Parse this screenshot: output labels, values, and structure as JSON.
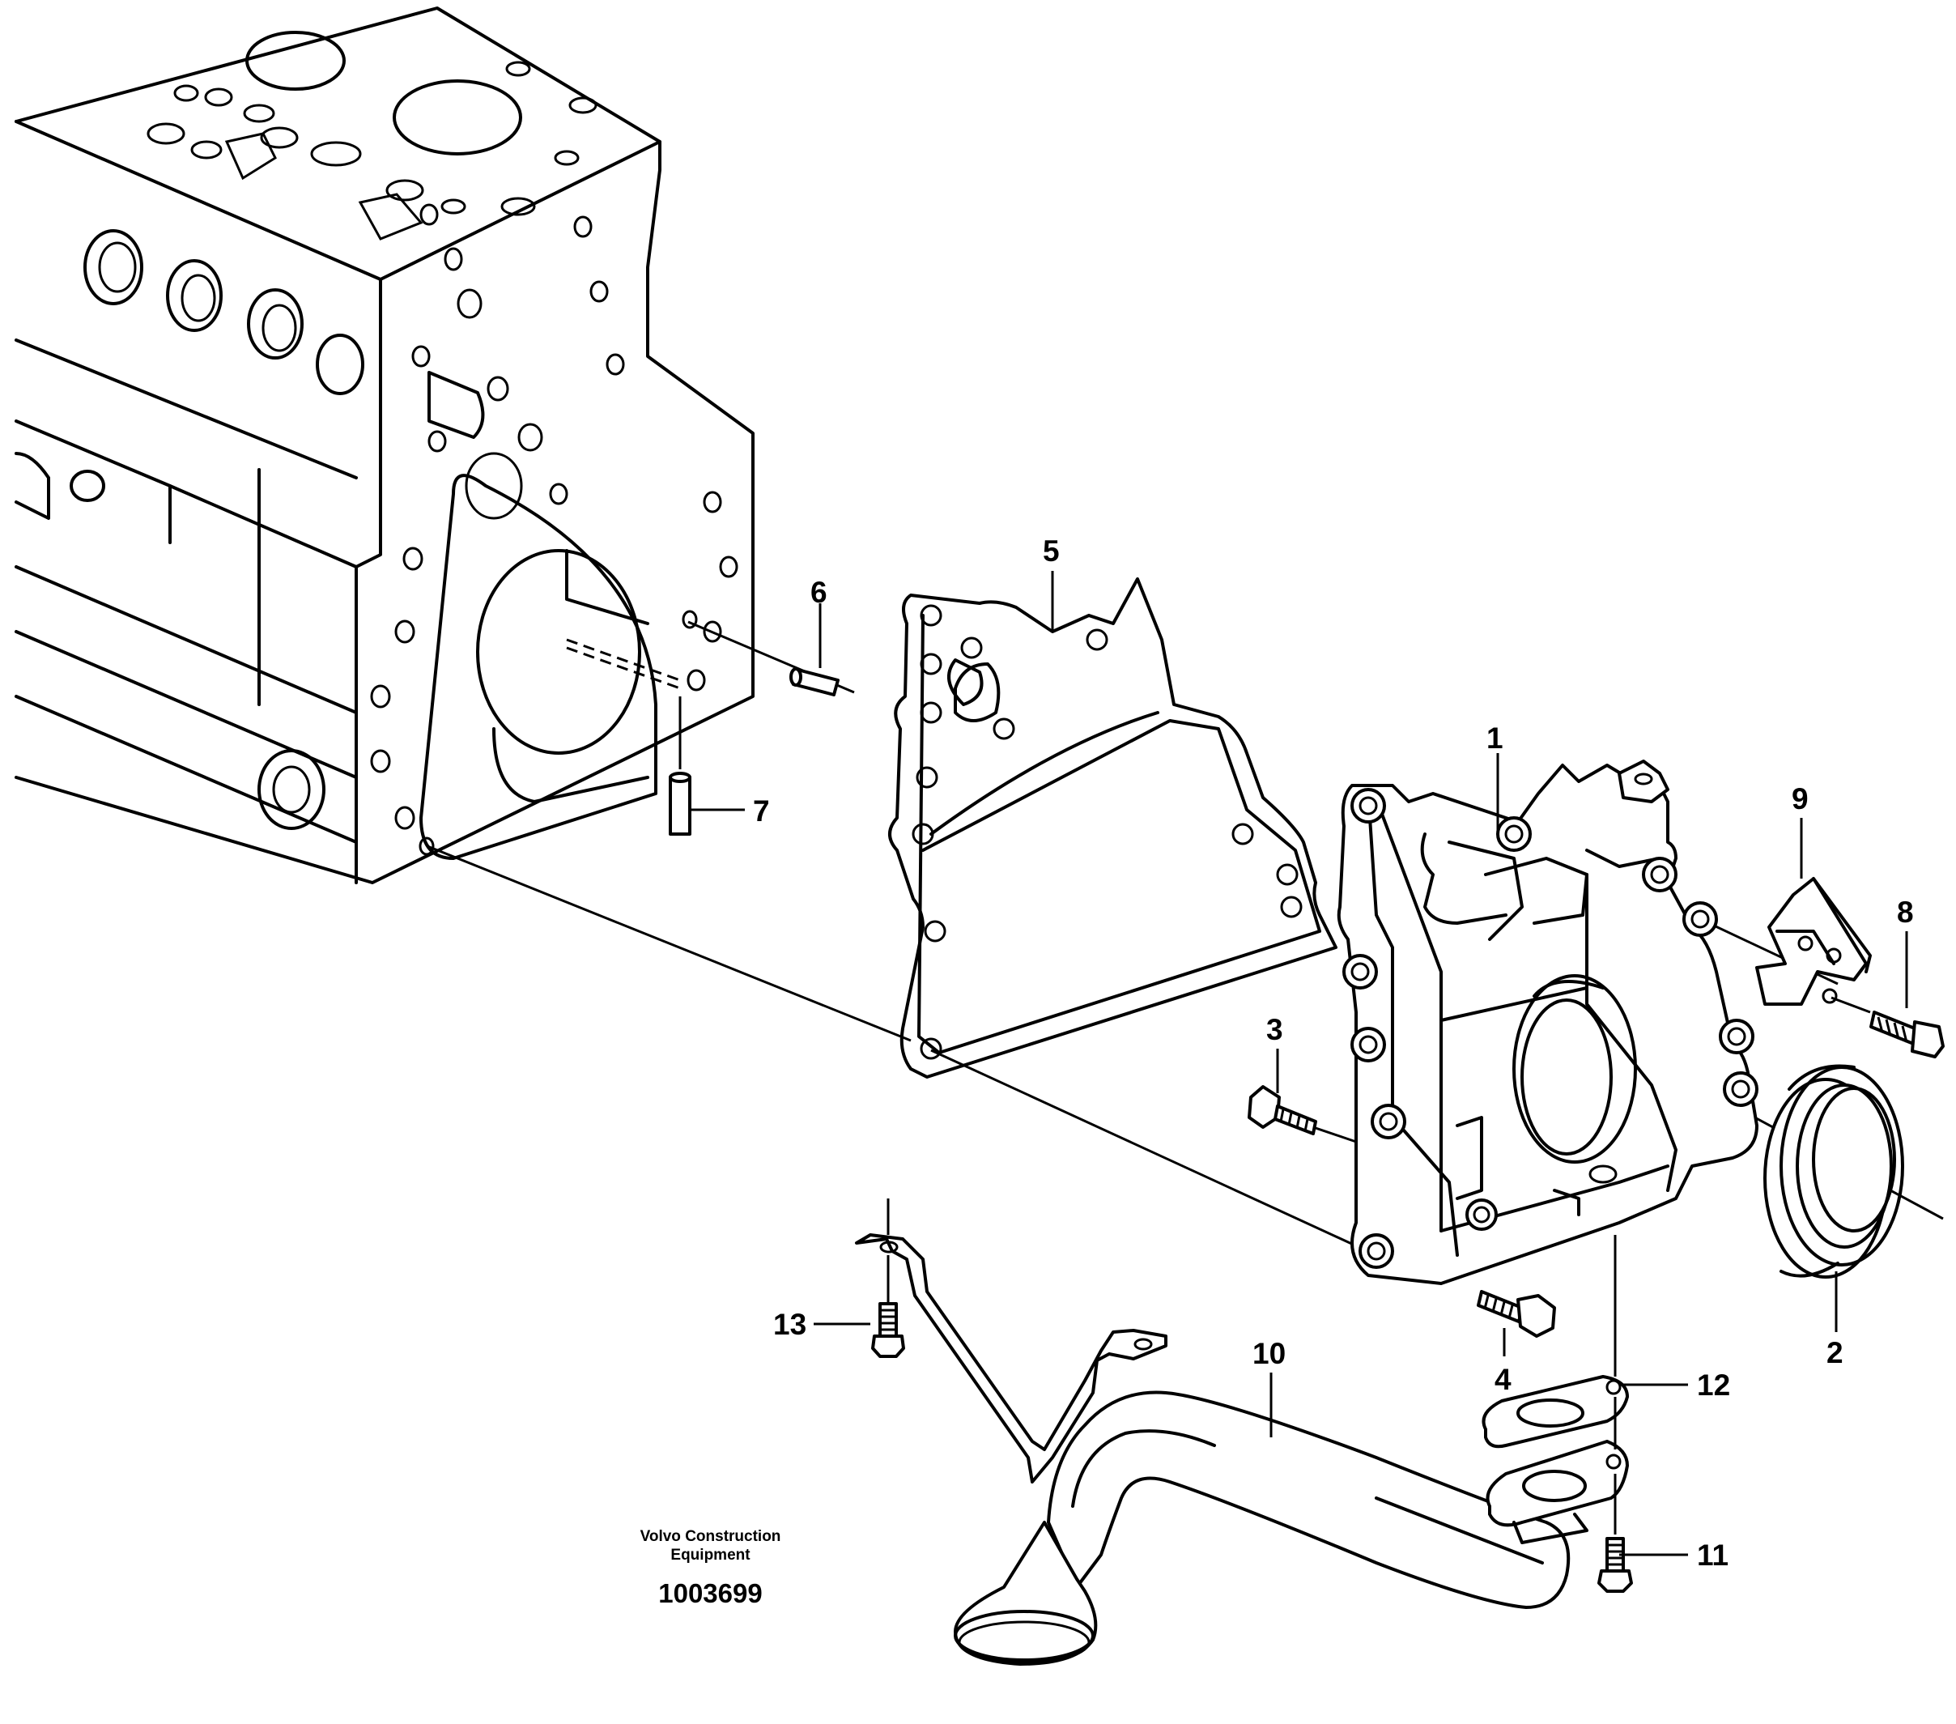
{
  "caption": {
    "company_line1": "Volvo Construction",
    "company_line2": "Equipment",
    "drawing_number": "1003699"
  },
  "callouts": {
    "c1": "1",
    "c2": "2",
    "c3": "3",
    "c4": "4",
    "c5": "5",
    "c6": "6",
    "c7": "7",
    "c8": "8",
    "c9": "9",
    "c10": "10",
    "c11": "11",
    "c12": "12",
    "c13": "13"
  }
}
